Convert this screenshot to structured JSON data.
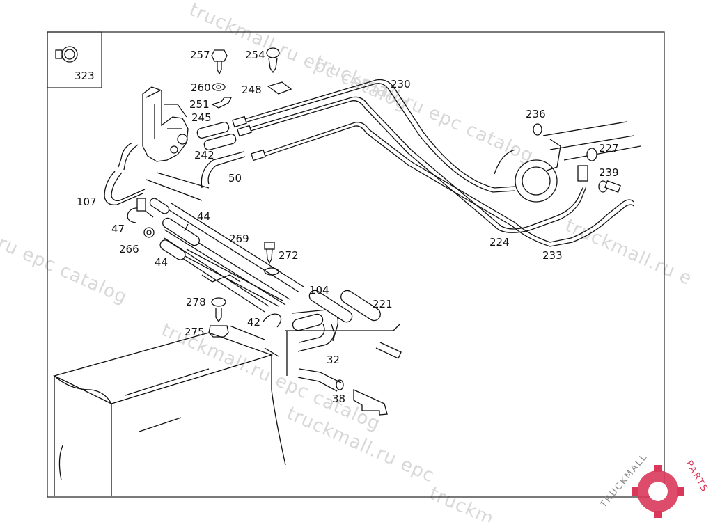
{
  "inset": {
    "number": "323"
  },
  "callouts": {
    "c257": "257",
    "c254": "254",
    "c260": "260",
    "c248": "248",
    "c251": "251",
    "c245": "245",
    "c242": "242",
    "c230": "230",
    "c50": "50",
    "c236": "236",
    "c227": "227",
    "c239": "239",
    "c224": "224",
    "c233": "233",
    "c107": "107",
    "c47": "47",
    "c266": "266",
    "c44a": "44",
    "c44b": "44",
    "c269": "269",
    "c272": "272",
    "c104": "104",
    "c221": "221",
    "c278": "278",
    "c275": "275",
    "c42": "42",
    "c32": "32",
    "c38": "38"
  },
  "watermarks": {
    "w1": "truckmall.ru epc catalog",
    "w2": "truckmall.ru epc catalog",
    "w3": "ru epc catalog",
    "w4": "truckmall.ru epc catalog",
    "w5": "truckmall.ru e",
    "w6": "truckmall.ru epc",
    "w7": "truckm"
  },
  "logo": {
    "word_a": "TRUCKMALL",
    "word_b": "PARTS"
  },
  "colors": {
    "logo_gray": "#8a8a8a",
    "logo_red": "#d9385a",
    "frame": "#222222"
  }
}
